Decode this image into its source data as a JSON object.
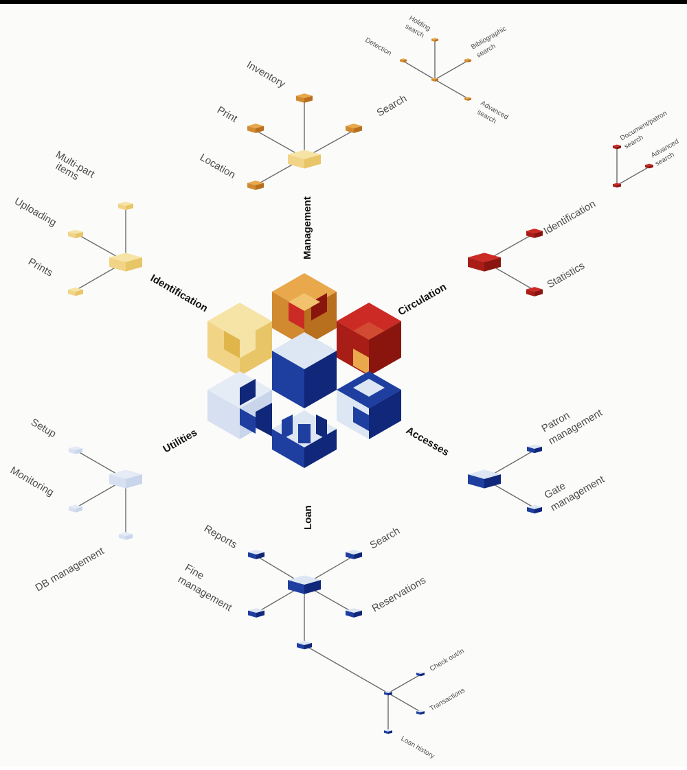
{
  "colors": {
    "yellow": [
      "#f6e3a6",
      "#e8c566",
      "#f2d486"
    ],
    "orange": [
      "#e8a84b",
      "#b86f1e",
      "#d18a2f"
    ],
    "red": [
      "#cc2a24",
      "#8a150f",
      "#a91d17"
    ],
    "blue": [
      "#dde6f3",
      "#10277a",
      "#1e3fa0"
    ],
    "light": [
      "#e6ecf6",
      "#c9d5ea",
      "#d7e0f0"
    ]
  },
  "modules": {
    "management": "Management",
    "identification": "Identification",
    "circulation": "Circulation",
    "accesses": "Accesses",
    "utilities": "Utilities",
    "loan": "Loan"
  },
  "management": {
    "inventory": "Inventory",
    "print": "Print",
    "location": "Location",
    "search": "Search"
  },
  "search": {
    "holding_1": "Holding",
    "holding_2": "search",
    "detection": "Detection",
    "bibliographic_1": "Bibliographic",
    "bibliographic_2": "search",
    "advanced_1": "Advanced",
    "advanced_2": "search"
  },
  "identification": {
    "multipart_1": "Multi-part",
    "multipart_2": "items",
    "uploading": "Uploading",
    "prints": "Prints"
  },
  "circulation": {
    "identification": "Identification",
    "statistics": "Statistics",
    "docpatron_1": "Document/patron",
    "docpatron_2": "search",
    "advanced_1": "Advanced",
    "advanced_2": "search"
  },
  "accesses": {
    "patron_1": "Patron",
    "patron_2": "management",
    "gate_1": "Gate",
    "gate_2": "management"
  },
  "utilities": {
    "setup": "Setup",
    "monitoring": "Monitoring",
    "db": "DB management"
  },
  "loan": {
    "reports": "Reports",
    "search": "Search",
    "fine_1": "Fine",
    "fine_2": "management",
    "reservations": "Reservations",
    "checkout": "Check out/in",
    "transactions": "Transactions",
    "history": "Loan history"
  }
}
